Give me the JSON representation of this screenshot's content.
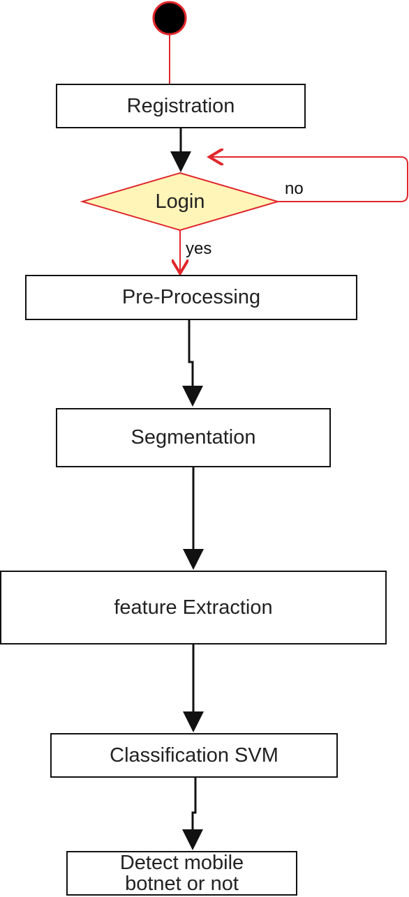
{
  "diagram": {
    "nodes": {
      "registration": "Registration",
      "login": "Login",
      "preprocessing": "Pre-Processing",
      "segmentation": "Segmentation",
      "feature_extraction": "feature Extraction",
      "classification": "Classification SVM",
      "detect_line1": "Detect mobile",
      "detect_line2": "botnet or not"
    },
    "edge_labels": {
      "no": "no",
      "yes": "yes"
    },
    "colors": {
      "start_fill": "#000000",
      "start_border": "#e0262b",
      "decision_fill": "#fff5b8",
      "flow_red": "#e0262b",
      "flow_black": "#111111"
    }
  }
}
